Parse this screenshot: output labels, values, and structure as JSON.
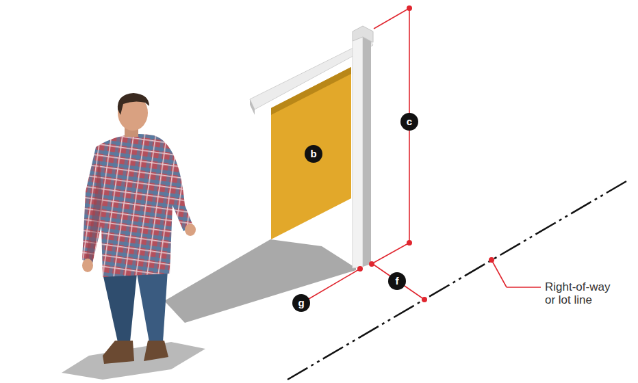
{
  "diagram": {
    "labels": [
      "b",
      "c",
      "f",
      "g",
      "Right-of-way or lot line"
    ]
  }
}
